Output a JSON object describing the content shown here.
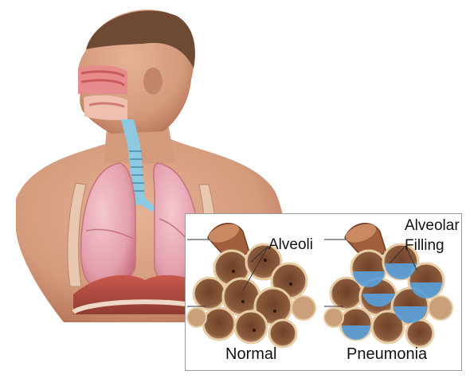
{
  "labels": {
    "alveoli": "Alveoli",
    "alveolar_line1": "Alveolar",
    "alveolar_line2": "Filling",
    "normal": "Normal",
    "pneumonia": "Pneumonia"
  },
  "colors": {
    "skin": "#d9a183",
    "skin_shadow": "#b9775a",
    "hair": "#6e4a35",
    "lung": "#e9a9b4",
    "lung_edge": "#c9727f",
    "trachea": "#8ec9e2",
    "alveolus": "#8a5a3c",
    "alveolus_rim": "#e7cda5",
    "fluid": "#5aa0d8",
    "diaphragm": "#b5493f"
  }
}
